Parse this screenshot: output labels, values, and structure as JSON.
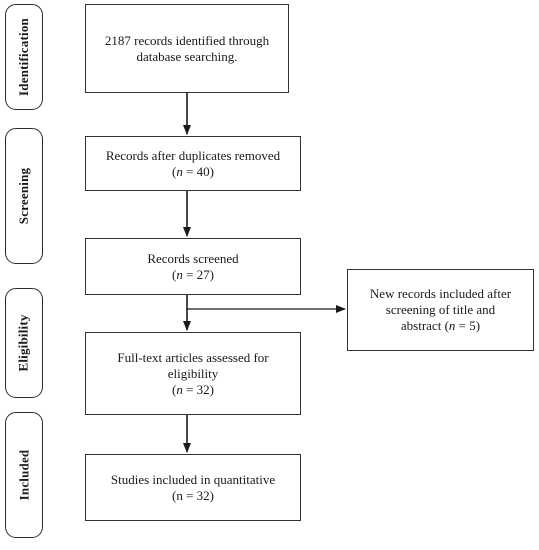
{
  "stages": {
    "identification": "Identification",
    "screening": "Screening",
    "eligibility": "Eligibility",
    "included": "Included"
  },
  "boxes": {
    "identified": {
      "line1": "2187 records identified through",
      "line2": "database searching."
    },
    "duplicates_removed": {
      "line1": "Records after duplicates removed",
      "n_prefix": "(",
      "n_symbol": "n",
      "n_value": " = 40)"
    },
    "screened": {
      "line1": "Records screened",
      "n_prefix": "(",
      "n_symbol": "n",
      "n_value": " = 27)"
    },
    "new_records": {
      "line1": "New records included after",
      "line2": "screening of title and",
      "line3_text": "abstract (",
      "n_symbol": "n",
      "n_value": " = 5)"
    },
    "full_text": {
      "line1": "Full-text articles assessed for",
      "line2": "eligibility",
      "n_prefix": "(",
      "n_symbol": "n",
      "n_value": " = 32)"
    },
    "included": {
      "line1": "Studies included in quantitative",
      "line2": "(n = 32)"
    }
  }
}
